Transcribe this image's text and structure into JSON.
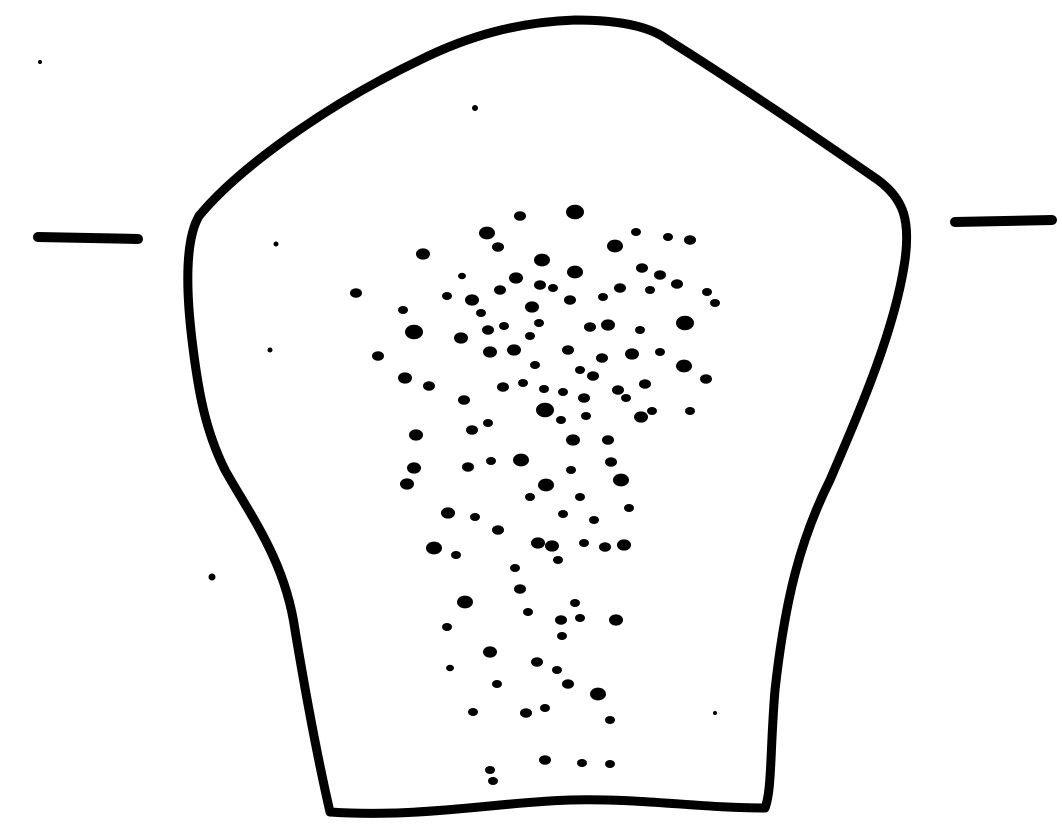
{
  "figure": {
    "ink_color": "#000000",
    "paper_color": "#ffffff",
    "elements": [
      "outline-shape",
      "left-tick-mark",
      "right-tick-mark",
      "dot-cluster"
    ]
  }
}
